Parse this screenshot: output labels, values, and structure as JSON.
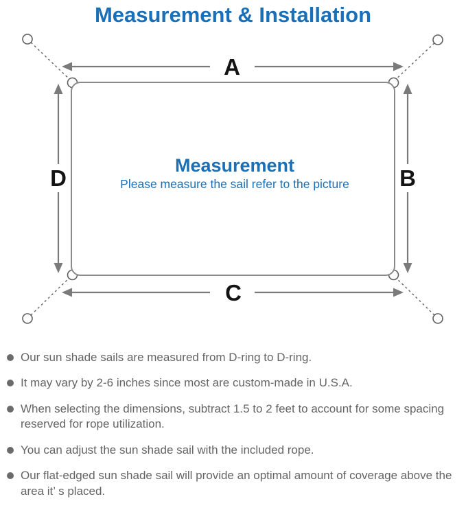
{
  "title": "Measurement & Installation",
  "colors": {
    "accent_blue": "#1a70b8",
    "line_gray": "#7a7a7a",
    "outline_gray": "#5f5f5f",
    "text_gray": "#646464",
    "letter_black": "#141414"
  },
  "diagram": {
    "labels": {
      "top": "A",
      "right": "B",
      "bottom": "C",
      "left": "D"
    },
    "center_title": "Measurement",
    "center_subtitle": "Please measure the sail refer to the picture"
  },
  "bullets": [
    "Our sun shade sails are measured from D-ring to D-ring.",
    "It may vary by 2-6 inches since most are custom-made in U.S.A.",
    "When selecting the dimensions, subtract 1.5 to 2 feet to account for some spacing reserved for rope utilization.",
    "You can adjust the sun shade sail with the included rope.",
    "Our flat-edged sun shade sail will provide an optimal amount of coverage above the area it’ s placed."
  ]
}
